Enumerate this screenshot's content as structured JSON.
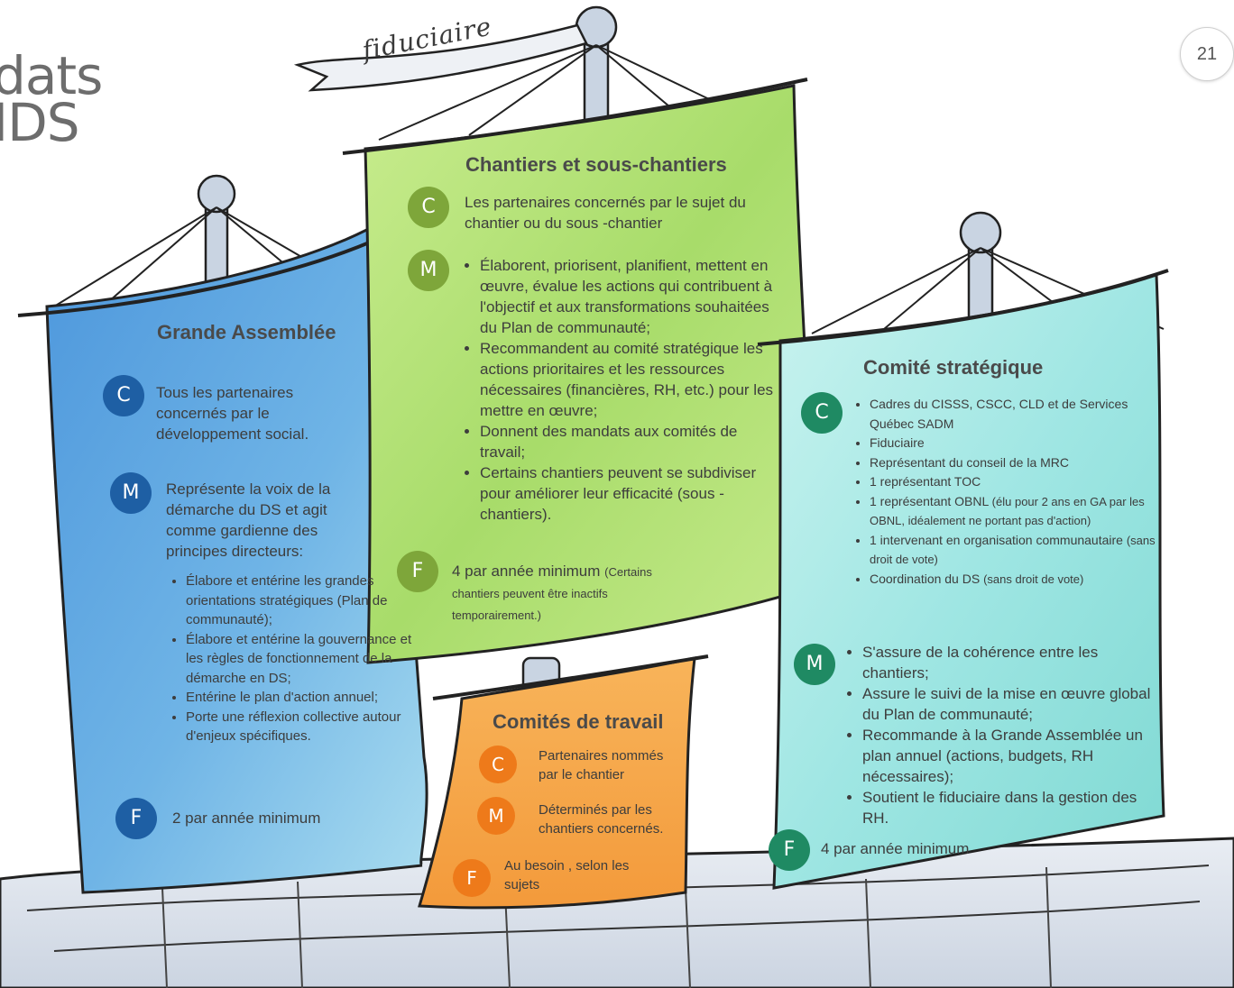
{
  "page": {
    "title_lines": [
      "dats",
      "IDS"
    ],
    "page_number": "21"
  },
  "banner": {
    "label": "fiduciaire"
  },
  "colors": {
    "blue_sail": "#5ea6de",
    "green_sail": "#b5e17a",
    "teal_sail": "#a9ebe9",
    "orange_sail": "#f6a24a",
    "blue_badge": "#1e5fa4",
    "green_badge": "#7ea63a",
    "teal_badge": "#1f8a63",
    "orange_badge": "#ee7a1a",
    "hull": "#dde3ec",
    "mast": "#c9d4e2"
  },
  "grande_assemblee": {
    "title": "Grande Assemblée",
    "c_label": "C",
    "c_text": "Tous les partenaires concernés par le développement social.",
    "m_label": "M",
    "m_text": "Représente la voix de la démarche du DS et agit comme gardienne des principes directeurs:",
    "m_items": [
      "Élabore et entérine les grandes orientations stratégiques (Plan de communauté);",
      "Élabore et entérine la gouvernance et les règles de fonctionnement de la démarche en DS;",
      "Entérine le plan d'action annuel;",
      "Porte une réflexion collective autour d'enjeux spécifiques."
    ],
    "f_label": "F",
    "f_text": "2 par année minimum"
  },
  "chantiers": {
    "title": "Chantiers et sous-chantiers",
    "c_label": "C",
    "c_text": "Les partenaires concernés par le sujet du chantier ou du sous -chantier",
    "m_label": "M",
    "m_items": [
      "Élaborent, priorisent, planifient, mettent en œuvre, évalue les actions qui contribuent à l'objectif et aux transformations souhaitées du Plan de communauté;",
      "Recommandent au comité stratégique les actions prioritaires et les ressources nécessaires (financières, RH, etc.) pour les mettre en œuvre;",
      "Donnent des mandats aux comités de travail;",
      "Certains chantiers peuvent se subdiviser pour améliorer leur efficacité (sous -chantiers)."
    ],
    "f_label": "F",
    "f_text": "4 par année minimum",
    "f_note": "(Certains chantiers peuvent être inactifs temporairement.)"
  },
  "comites_travail": {
    "title": "Comités de travail",
    "c_label": "C",
    "c_text": "Partenaires nommés par le chantier",
    "m_label": "M",
    "m_text": "Déterminés par les chantiers concernés.",
    "f_label": "F",
    "f_text": "Au besoin , selon les sujets"
  },
  "comite_strategique": {
    "title": "Comité stratégique",
    "c_label": "C",
    "c_items": [
      {
        "text": "Cadres du CISSS, CSCC, CLD et de Services Québec SADM",
        "note": ""
      },
      {
        "text": "Fiduciaire",
        "note": ""
      },
      {
        "text": "Représentant du conseil de la MRC",
        "note": ""
      },
      {
        "text": "1 représentant TOC",
        "note": ""
      },
      {
        "text": "1 représentant OBNL",
        "note": "(élu pour 2 ans en GA par les OBNL, idéalement ne portant pas d'action)"
      },
      {
        "text": "1 intervenant en organisation communautaire",
        "note": "(sans droit de vote)"
      },
      {
        "text": "Coordination du DS",
        "note": "(sans droit de vote)"
      }
    ],
    "m_label": "M",
    "m_items": [
      "S'assure de la cohérence entre les chantiers;",
      "Assure le suivi de la mise en œuvre global du Plan de communauté;",
      "Recommande à la Grande Assemblée un plan annuel (actions, budgets, RH nécessaires);",
      "Soutient le fiduciaire dans la gestion des RH."
    ],
    "f_label": "F",
    "f_text": "4 par année minimum"
  }
}
